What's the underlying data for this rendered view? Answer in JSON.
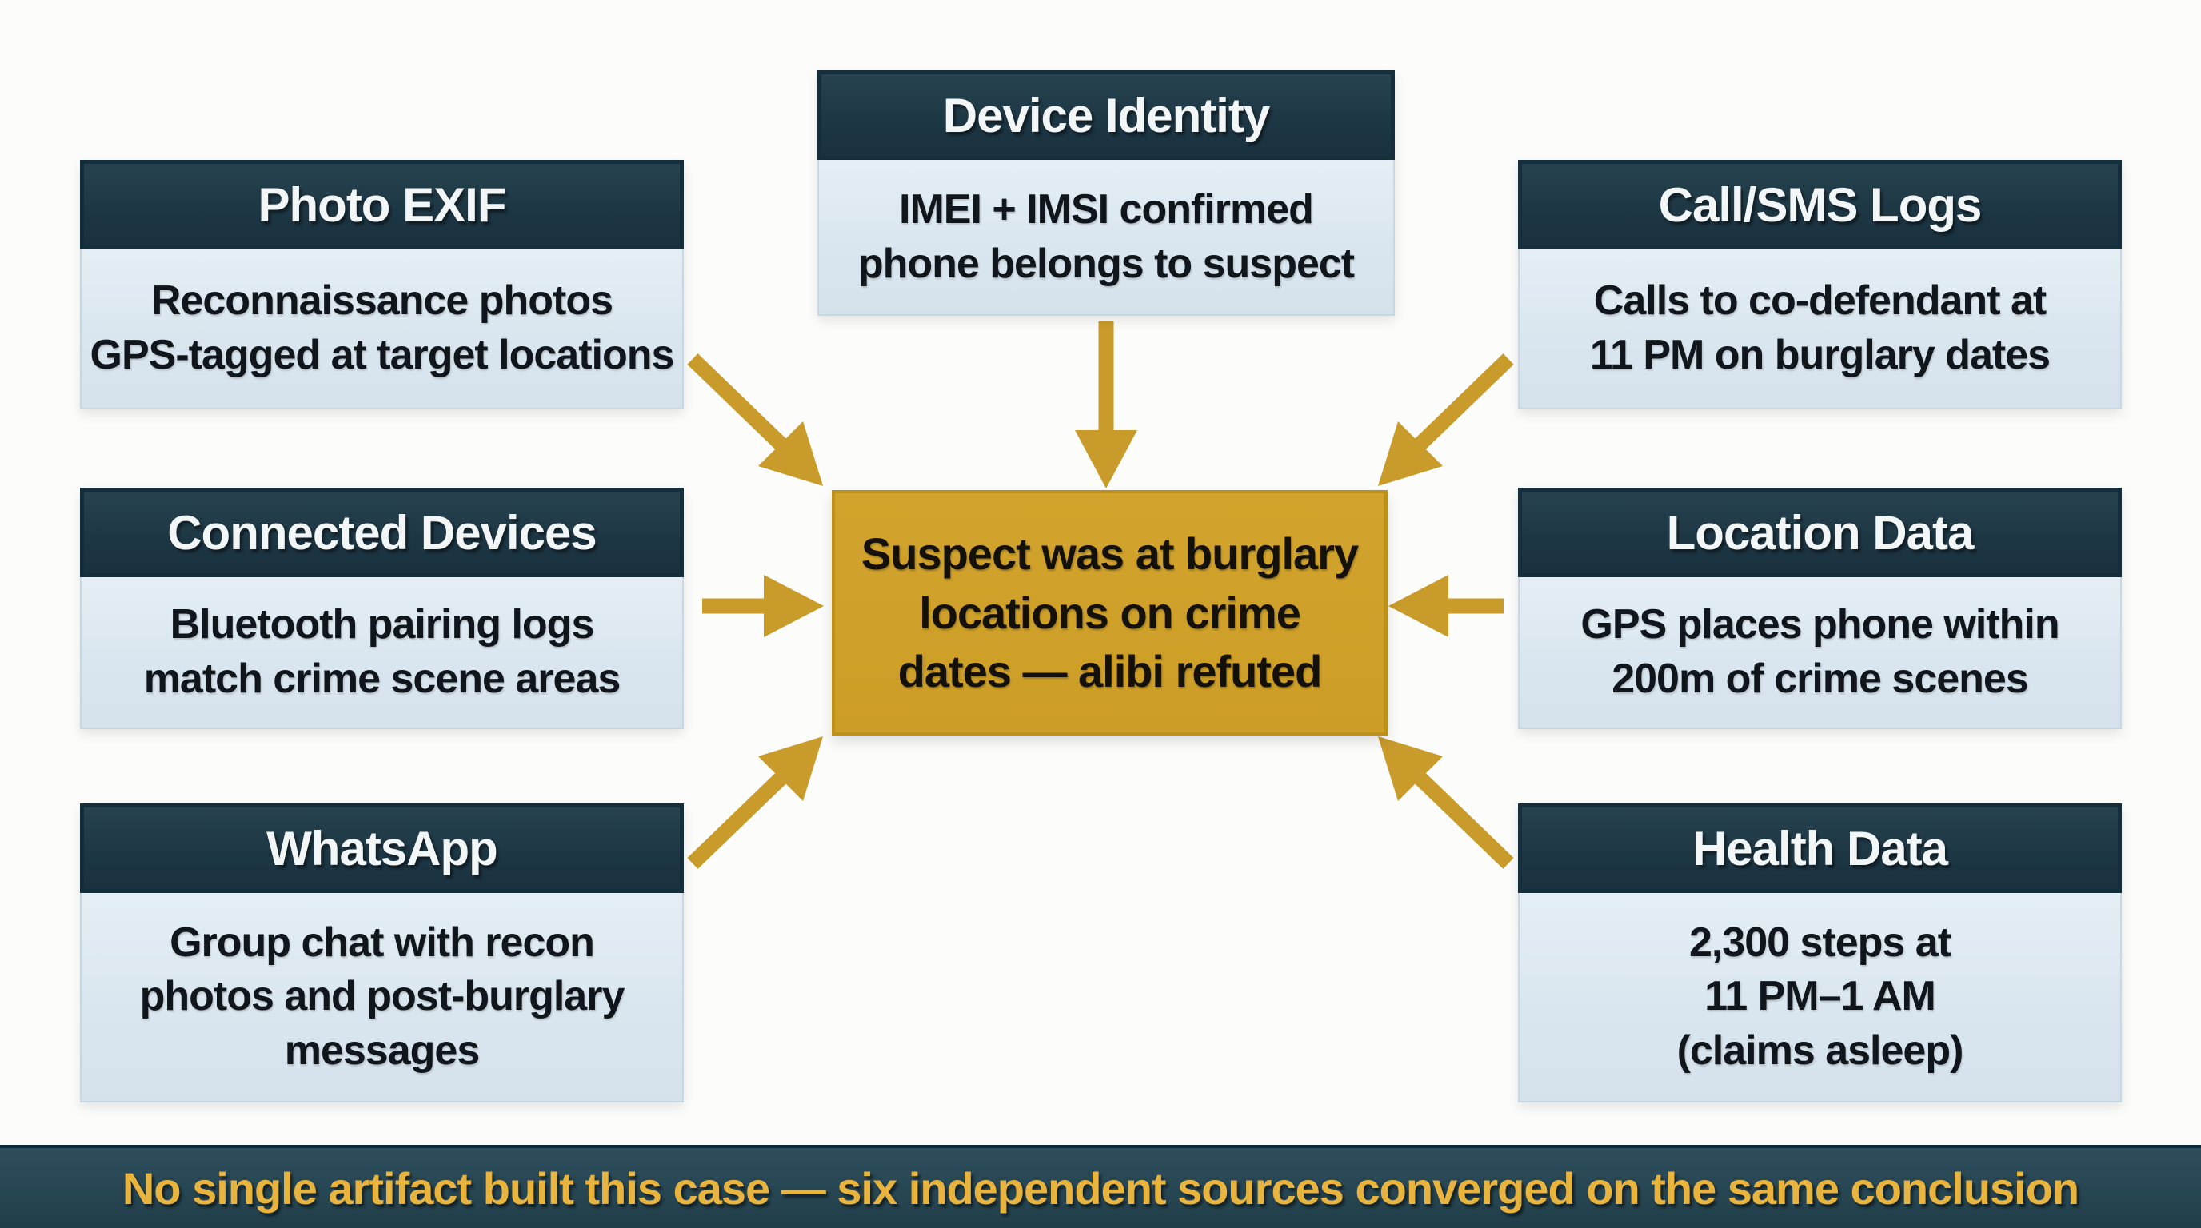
{
  "colors": {
    "header_bg": "#1d3644",
    "header_text": "#f3f6f6",
    "body_bg": "#dae6ef",
    "body_text": "#10161b",
    "arrow_gold": "#c99b2b",
    "conclusion_bg": "#cfa02a",
    "conclusion_text": "#14100a",
    "footer_bg": "#254450",
    "footer_text": "#e9b43e",
    "page_bg": "#fcfcfa"
  },
  "sources": [
    {
      "id": "photo-exif",
      "title": "Photo EXIF",
      "body": "Reconnaissance photos\nGPS-tagged at target locations"
    },
    {
      "id": "connected-devices",
      "title": "Connected Devices",
      "body": "Bluetooth pairing logs\nmatch crime scene areas"
    },
    {
      "id": "whatsapp",
      "title": "WhatsApp",
      "body": "Group chat with recon\nphotos and post-burglary\nmessages"
    },
    {
      "id": "device-identity",
      "title": "Device Identity",
      "body": "IMEI + IMSI confirmed\nphone belongs to suspect"
    },
    {
      "id": "call-sms-logs",
      "title": "Call/SMS Logs",
      "body": "Calls to co-defendant at\n11 PM on burglary dates"
    },
    {
      "id": "location-data",
      "title": "Location Data",
      "body": "GPS places phone within\n200m of crime scenes"
    },
    {
      "id": "health-data",
      "title": "Health Data",
      "body": "2,300 steps at\n11 PM–1 AM\n(claims asleep)"
    }
  ],
  "conclusion": {
    "text": "Suspect was at burglary\nlocations on crime\ndates — alibi refuted"
  },
  "footer": {
    "text": "No single artifact built this case — six independent sources converged on the same conclusion"
  },
  "arrows": [
    {
      "name": "photo-exif-to-conclusion",
      "direction": "down-right"
    },
    {
      "name": "connected-devices-to-conclusion",
      "direction": "right"
    },
    {
      "name": "whatsapp-to-conclusion",
      "direction": "up-right"
    },
    {
      "name": "device-identity-to-conclusion",
      "direction": "down"
    },
    {
      "name": "call-sms-logs-to-conclusion",
      "direction": "down-left"
    },
    {
      "name": "location-data-to-conclusion",
      "direction": "left"
    },
    {
      "name": "health-data-to-conclusion",
      "direction": "up-left"
    }
  ]
}
